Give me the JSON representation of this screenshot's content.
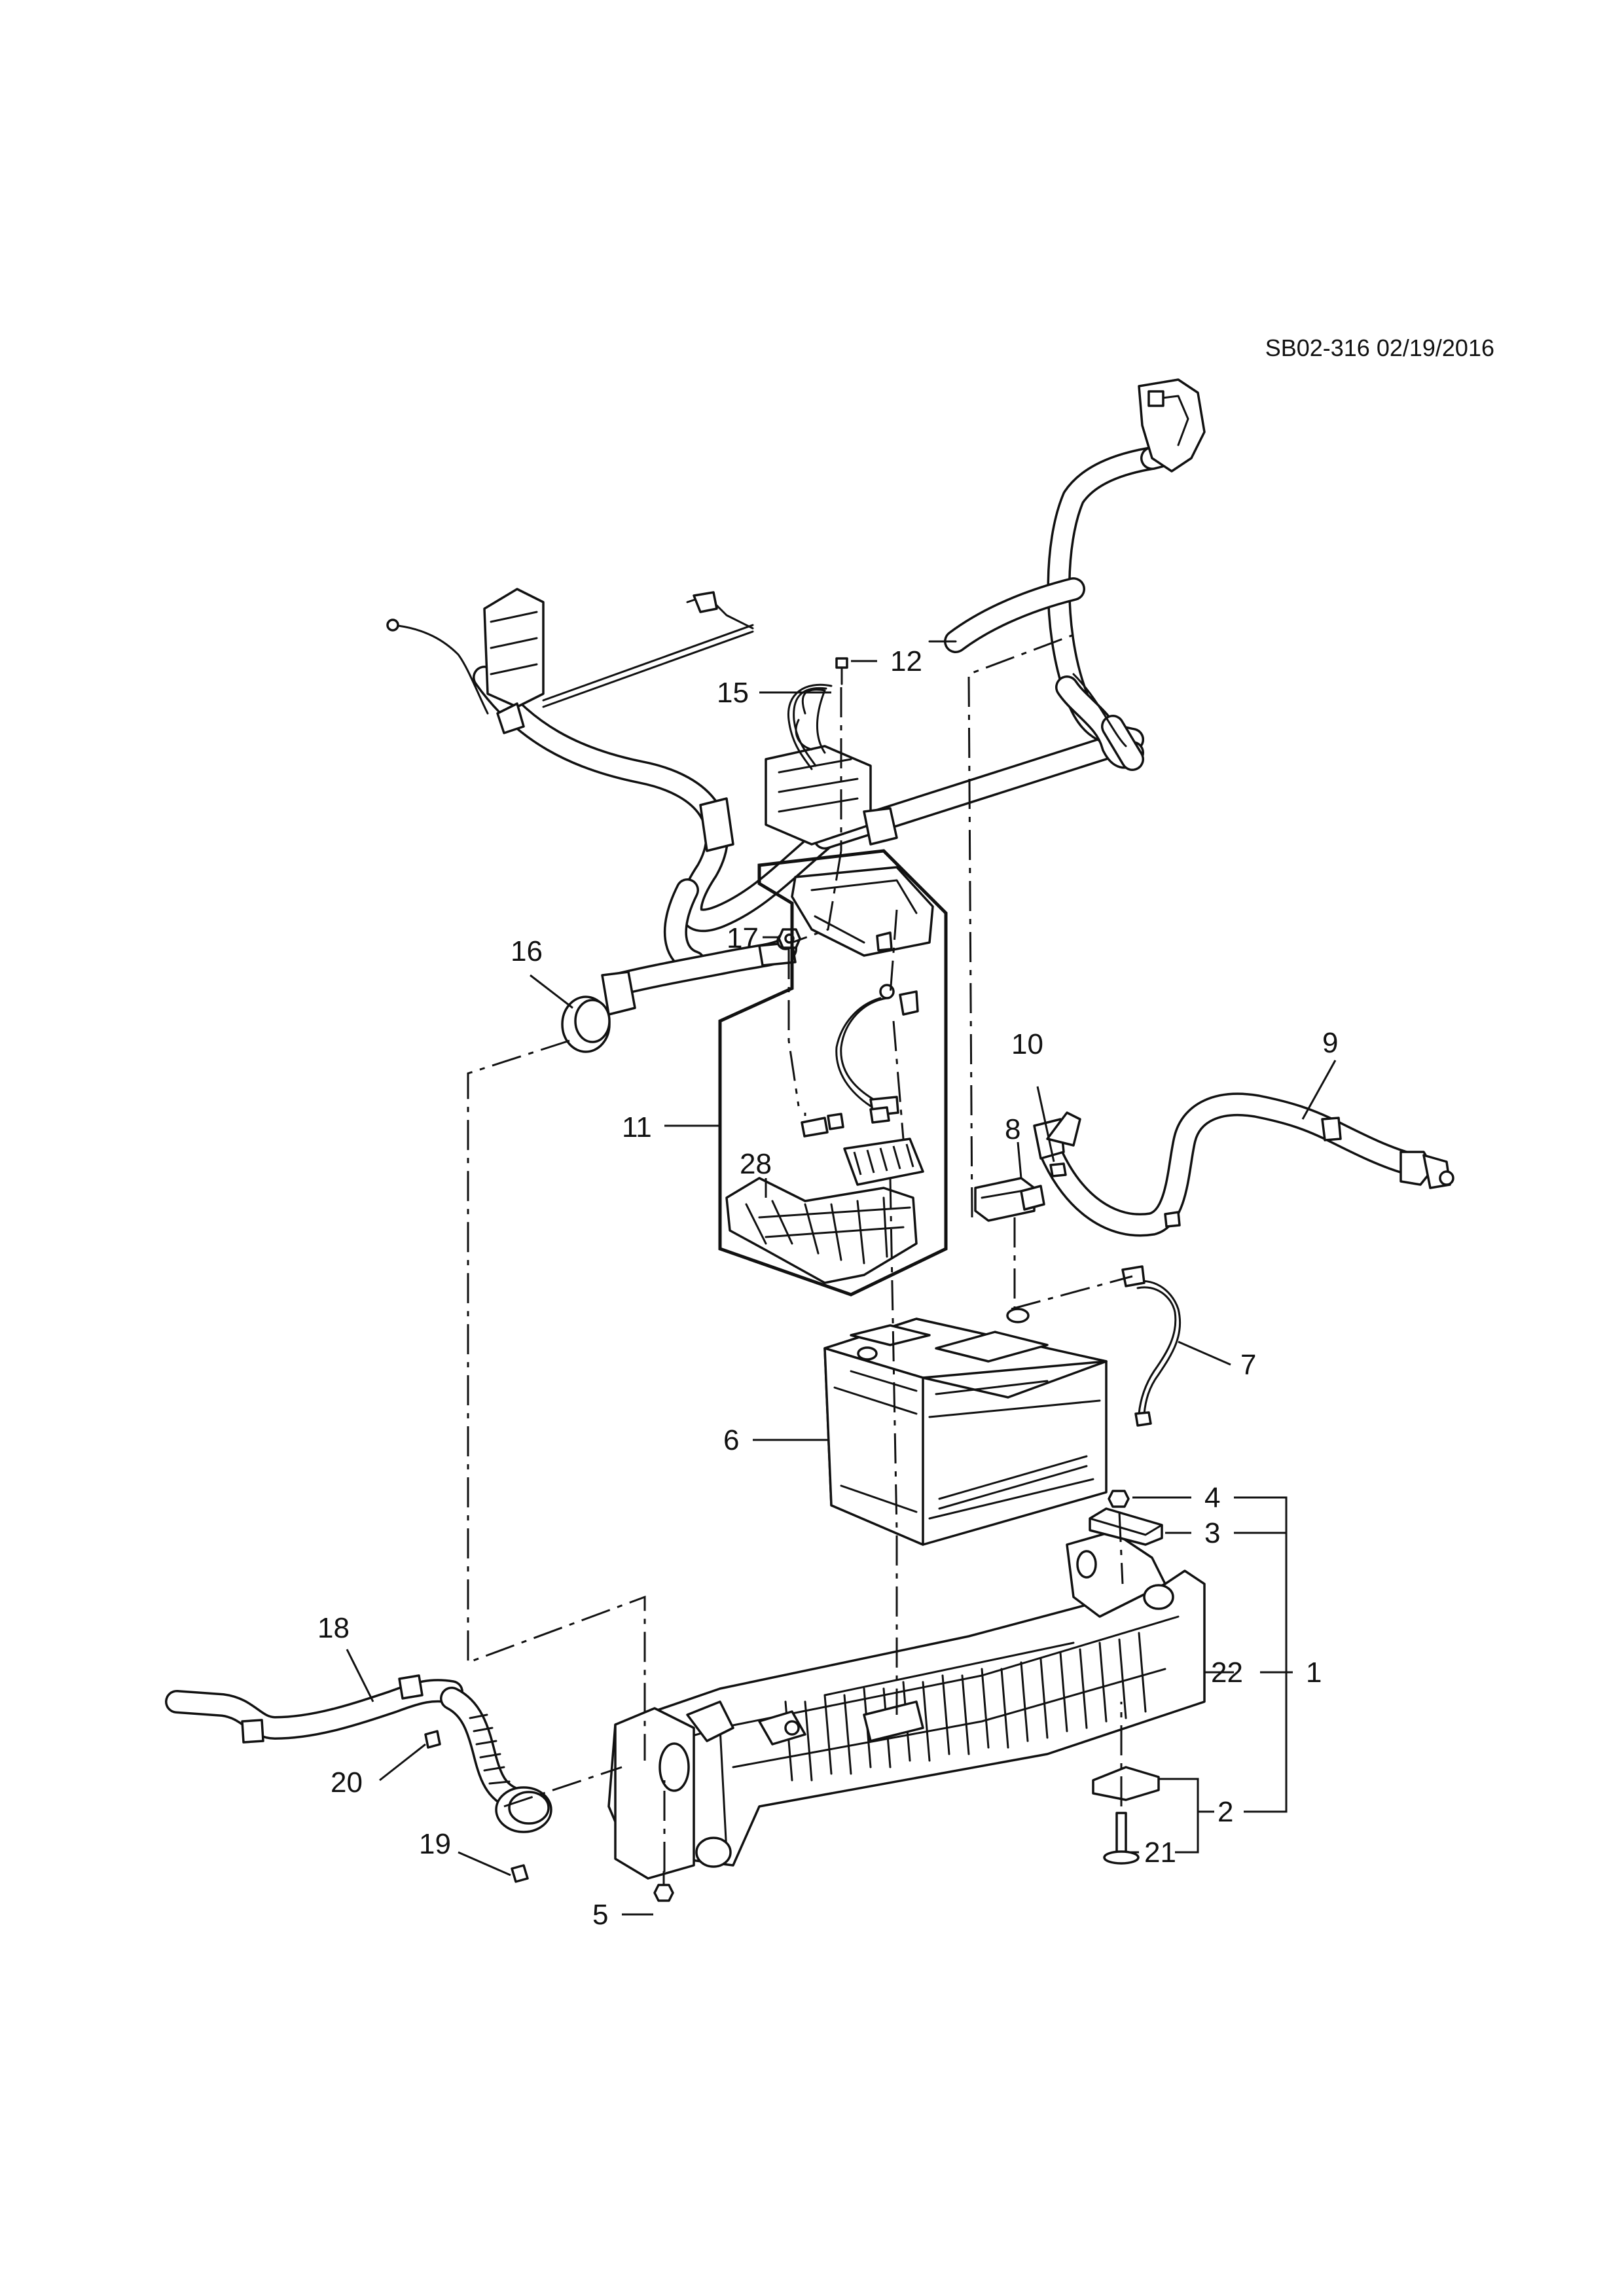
{
  "reference": "SB02-316 02/19/2016",
  "callouts": {
    "c1": "1",
    "c2": "2",
    "c3": "3",
    "c4": "4",
    "c5": "5",
    "c6": "6",
    "c7": "7",
    "c8": "8",
    "c9": "9",
    "c10": "10",
    "c11": "11",
    "c12": "12",
    "c15": "15",
    "c16": "16",
    "c17": "17",
    "c18": "18",
    "c19": "19",
    "c20": "20",
    "c21": "21",
    "c22": "22",
    "c28": "28"
  }
}
